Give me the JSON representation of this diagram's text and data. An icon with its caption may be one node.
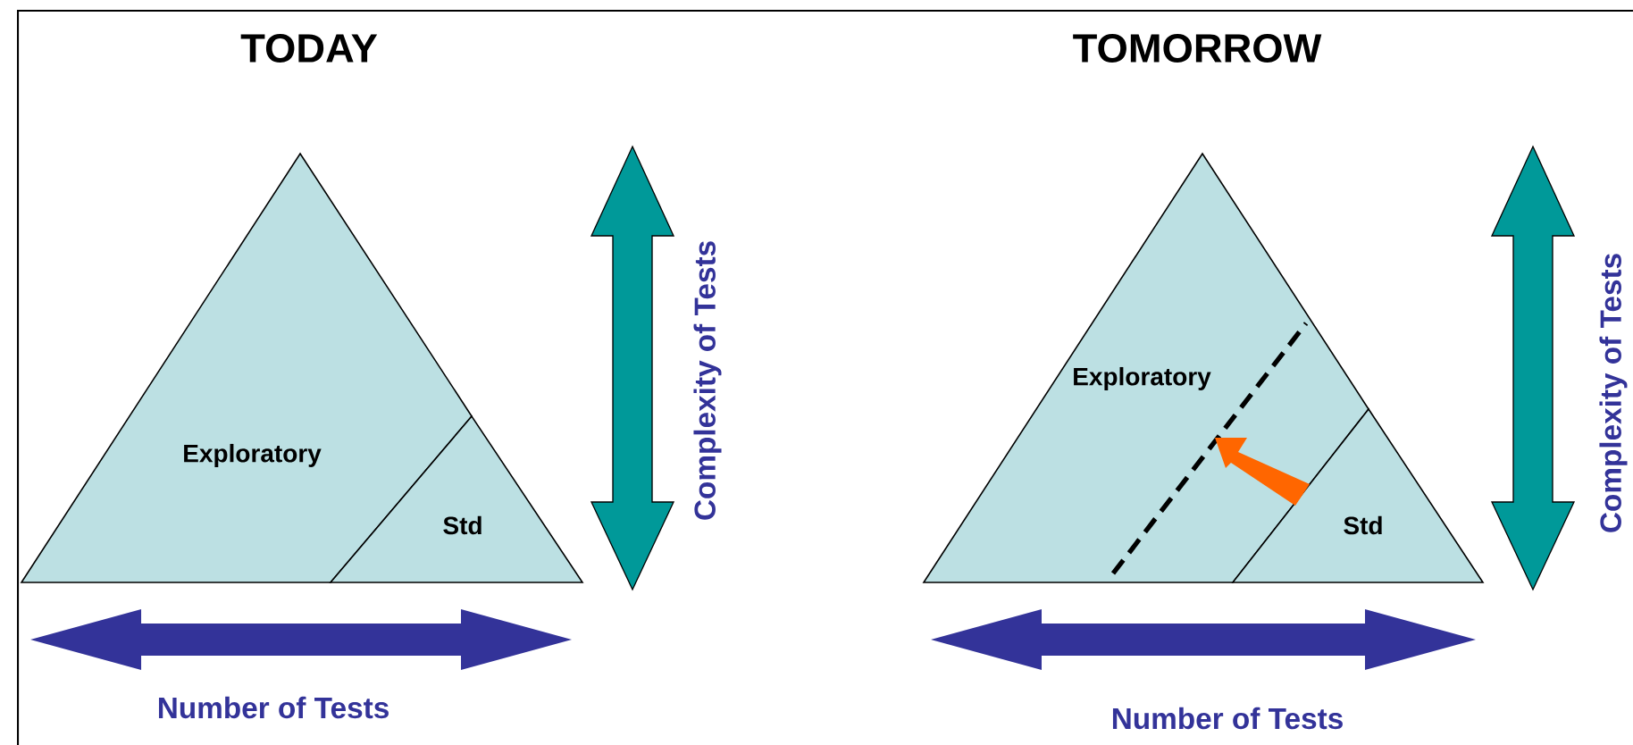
{
  "diagram": {
    "nodes": [
      {
        "text": [
          "Exploratory"
        ]
      },
      {
        "text": [
          "Std"
        ]
      },
      {
        "text": [
          "Exploratory"
        ]
      },
      {
        "text": [
          "Std"
        ]
      }
    ],
    "labels": [
      "TODAY",
      "TOMORROW",
      "Complexity of Tests",
      "Number of Tests",
      "Complexity of Tests",
      "Number of Tests"
    ]
  }
}
